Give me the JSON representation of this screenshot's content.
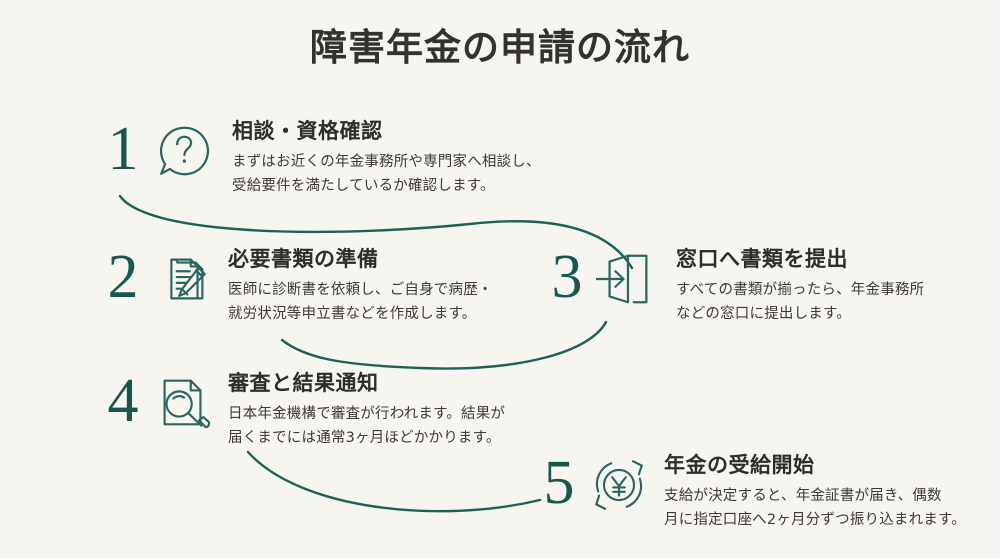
{
  "title": "障害年金の申請の流れ",
  "colors": {
    "background": "#f7f5ef",
    "accent_teal": "#18574f",
    "icon_teal": "#2a6660",
    "heading_text": "#2f2d29",
    "body_text": "#3d3a34",
    "title_text": "#34322d"
  },
  "steps": [
    {
      "number": "1",
      "icon": "question-speech-bubble-icon",
      "heading": "相談・資格確認",
      "body": "まずはお近くの年金事務所や専門家へ相談し、\n受給要件を満たしているか確認します。"
    },
    {
      "number": "2",
      "icon": "document-pen-icon",
      "heading": "必要書類の準備",
      "body": "医師に診断書を依頼し、ご自身で病歴・\n就労状況等申立書などを作成します。"
    },
    {
      "number": "3",
      "icon": "door-entry-arrow-icon",
      "heading": "窓口へ書類を提出",
      "body": "すべての書類が揃ったら、年金事務所\nなどの窓口に提出します。"
    },
    {
      "number": "4",
      "icon": "document-magnifier-icon",
      "heading": "審査と結果通知",
      "body": "日本年金機構で審査が行われます。結果が\n届くまでには通常3ヶ月ほどかかります。"
    },
    {
      "number": "5",
      "icon": "yen-refresh-icon",
      "heading": "年金の受給開始",
      "body": "支給が決定すると、年金証書が届き、偶数\n月に指定口座へ2ヶ月分ずつ振り込まれます。"
    }
  ]
}
